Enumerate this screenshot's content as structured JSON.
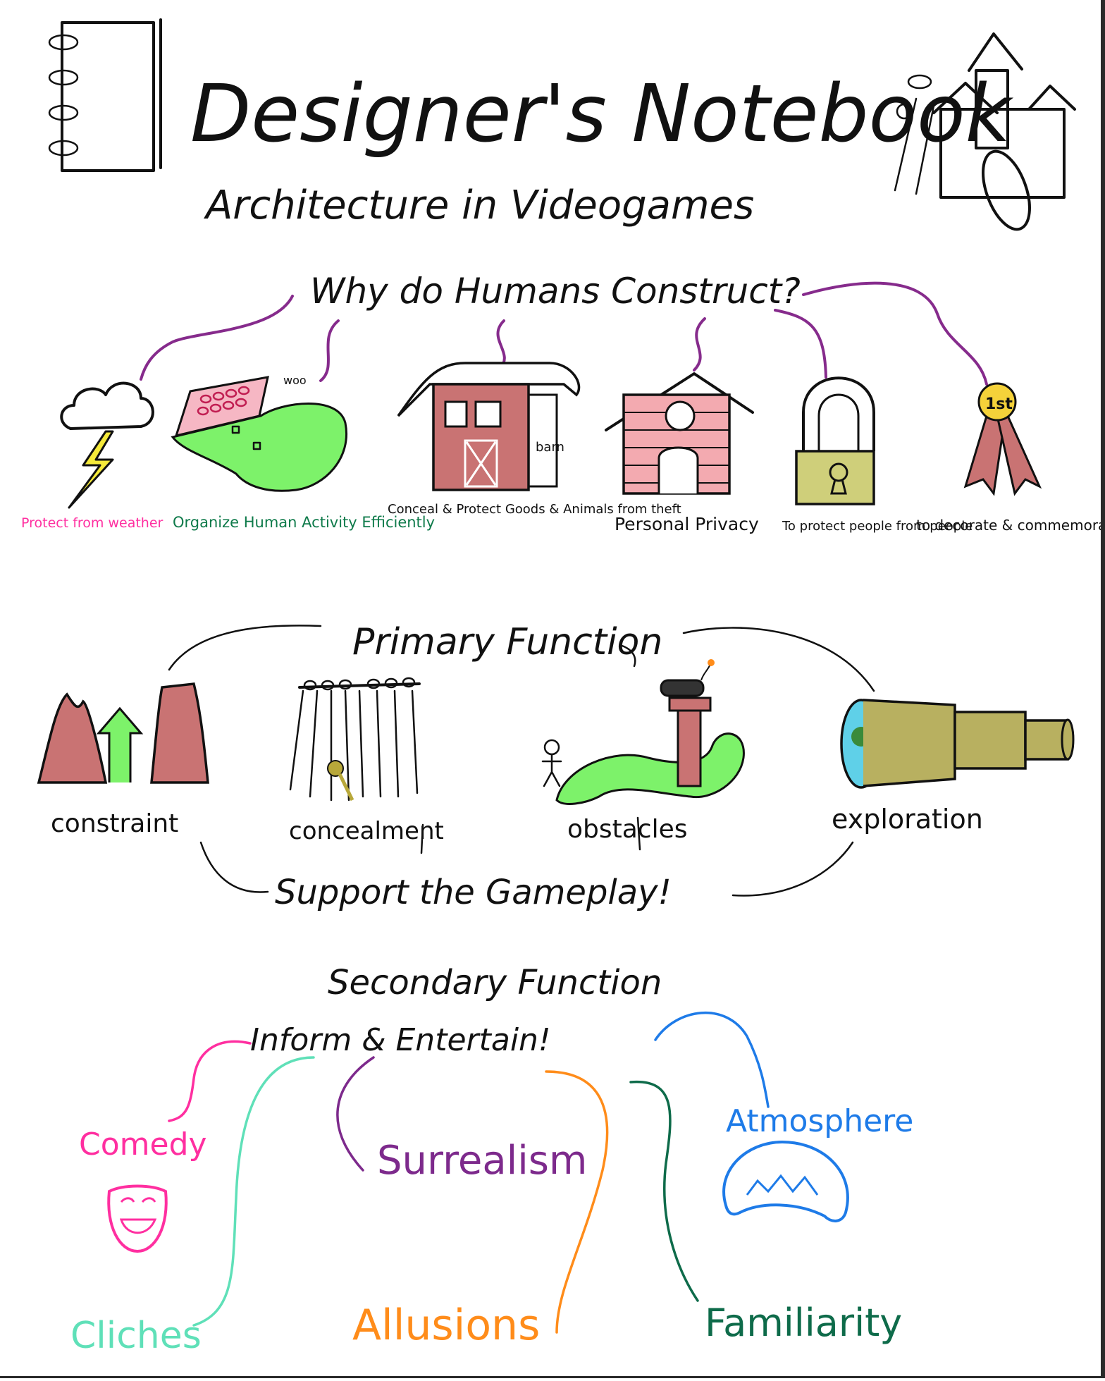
{
  "title": "Designer's Notebook",
  "subtitle": "Architecture in Videogames",
  "question": "Why do Humans Construct?",
  "reasons": [
    {
      "label": "Protect from weather",
      "color": "#ff2fa0"
    },
    {
      "label": "Organize Human Activity Efficiently",
      "color": "#0e7a4a"
    },
    {
      "label": "Conceal & Protect Goods & Animals from theft",
      "color": "#111111"
    },
    {
      "label": "Personal Privacy",
      "color": "#111111"
    },
    {
      "label": "To protect people from people",
      "color": "#111111"
    },
    {
      "label": "to decorate & commemorate",
      "color": "#111111"
    }
  ],
  "small_labels": {
    "barn": "barn",
    "woo": "woo",
    "medal": "1st"
  },
  "primary": {
    "heading": "Primary Function",
    "items": [
      "constraint",
      "concealment",
      "obstacles",
      "exploration"
    ],
    "tagline": "Support the Gameplay!"
  },
  "secondary": {
    "heading": "Secondary Function",
    "tagline": "Inform & Entertain!",
    "items": [
      {
        "label": "Comedy",
        "color": "#ff2fa0"
      },
      {
        "label": "Surrealism",
        "color": "#7d2a8c"
      },
      {
        "label": "Atmosphere",
        "color": "#1e7be8"
      },
      {
        "label": "Cliches",
        "color": "#5fe0b8"
      },
      {
        "label": "Allusions",
        "color": "#ff8c1a"
      },
      {
        "label": "Familiarity",
        "color": "#0e6b4a"
      }
    ]
  }
}
